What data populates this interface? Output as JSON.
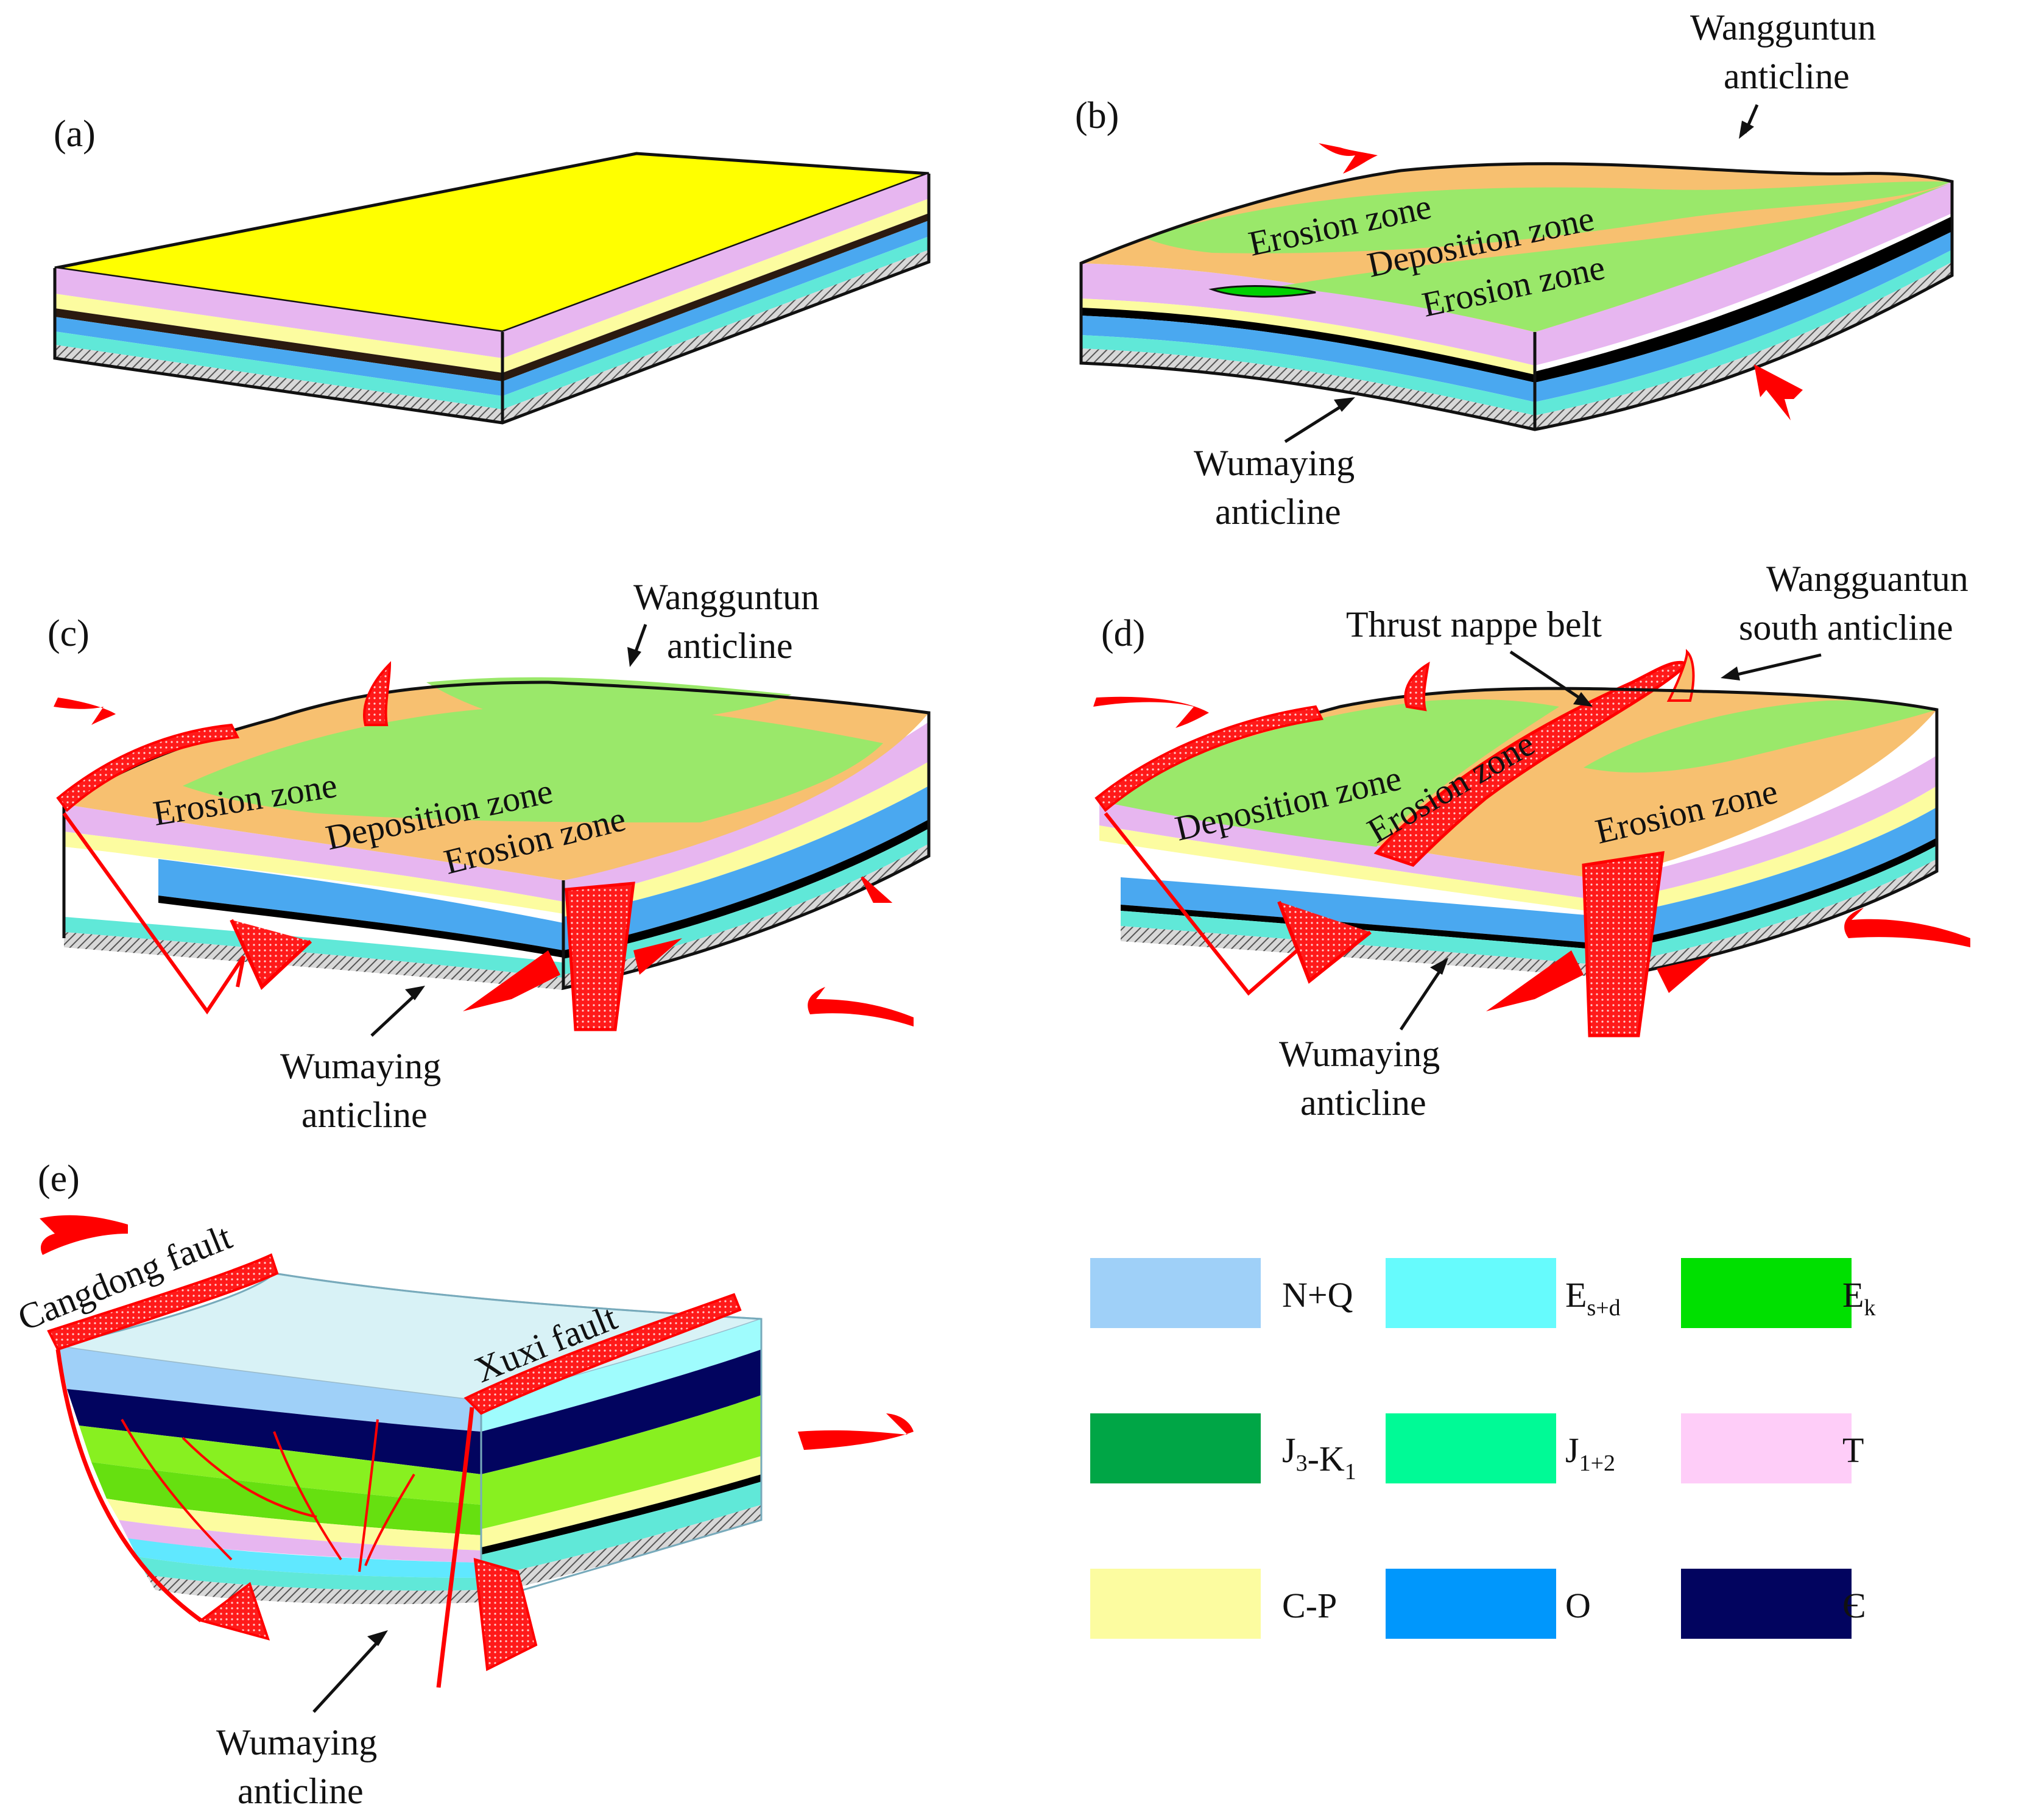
{
  "panels": {
    "a": {
      "tag": "(a)"
    },
    "b": {
      "tag": "(b)",
      "zones": [
        "Erosion zone",
        "Deposition zone",
        "Erosion zone"
      ],
      "north_label": [
        "Wangguntun",
        "anticline"
      ],
      "south_label": [
        "Wumaying",
        "anticline"
      ]
    },
    "c": {
      "tag": "(c)",
      "zones": [
        "Erosion zone",
        "Deposition zone",
        "Erosion zone"
      ],
      "north_label": [
        "Wangguntun",
        "anticline"
      ],
      "south_label": [
        "Wumaying",
        "anticline"
      ]
    },
    "d": {
      "tag": "(d)",
      "zones": [
        "Deposition zone",
        "Erosion zone",
        "Erosion zone"
      ],
      "thrust_label": "Thrust nappe belt",
      "north_label": [
        "Wangguantun",
        "south anticline"
      ],
      "south_label": [
        "Wumaying",
        "anticline"
      ]
    },
    "e": {
      "tag": "(e)",
      "fault_left": "Cangdong fault",
      "fault_right": "Xuxi fault",
      "south_label": [
        "Wumaying",
        "anticline"
      ]
    }
  },
  "legend": [
    {
      "main": "N+Q",
      "sub": "",
      "color": "#9fd0f8"
    },
    {
      "main": "E",
      "sub": "s+d",
      "color": "#66fbfd"
    },
    {
      "main": "E",
      "sub": "k",
      "color": "#00e000"
    },
    {
      "main": "J",
      "sub": "3",
      "main2": "-K",
      "sub2": "1",
      "color": "#00a646"
    },
    {
      "main": "J",
      "sub": "1+2",
      "color": "#00fa96"
    },
    {
      "main": "T",
      "sub": "",
      "color": "#fecdf8"
    },
    {
      "main": "C-P",
      "sub": "",
      "color": "#fcfca0"
    },
    {
      "main": "O",
      "sub": "",
      "color": "#0097fc"
    },
    {
      "main": "Є",
      "sub": "",
      "color": "#02045f"
    }
  ],
  "colors": {
    "yellow_top": "#ffff00",
    "pink_T": "#e7b6f0",
    "cp": "#fcfca0",
    "black": "#000000",
    "o_blue": "#4aa8f0",
    "cyan": "#60e8d8",
    "hatch": "#9a9a9a",
    "erosion": "#f7c070",
    "deposition": "#9ae86a",
    "fault_red": "#ff0000",
    "basin_top": "#d8f2f6"
  }
}
